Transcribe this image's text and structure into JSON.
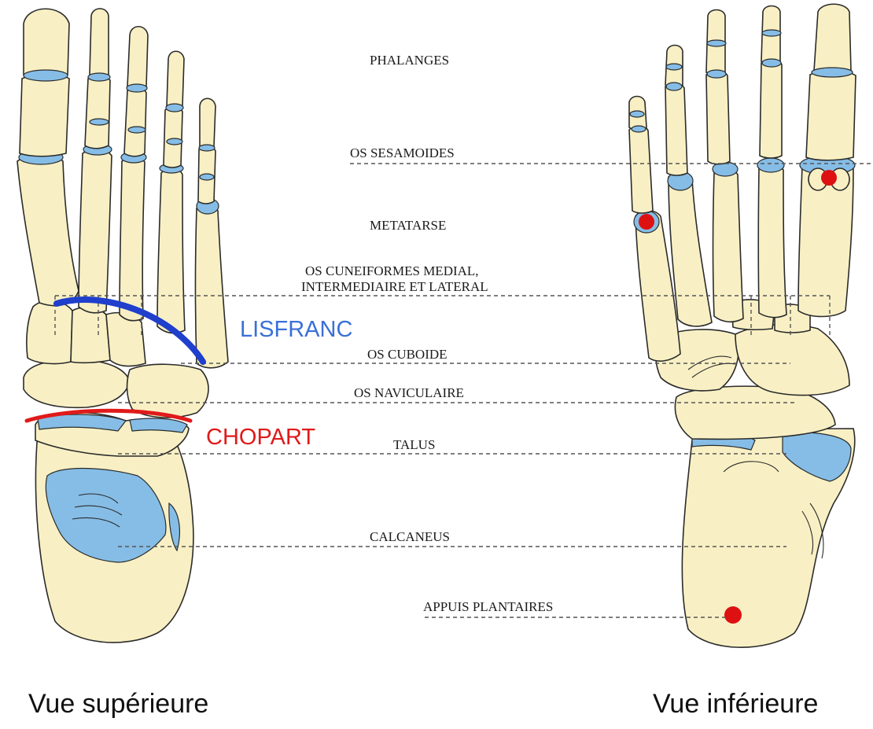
{
  "labels": {
    "phalanges": "PHALANGES",
    "sesamoides": "OS SESAMOIDES",
    "metatarse": "METATARSE",
    "cuneiformes_line1": "OS CUNEIFORMES MEDIAL,",
    "cuneiformes_line2": "INTERMEDIAIRE ET LATERAL",
    "cuboide": "OS CUBOIDE",
    "naviculaire": "OS NAVICULAIRE",
    "talus": "TALUS",
    "calcaneus": "CALCANEUS",
    "appuis": "APPUIS PLANTAIRES"
  },
  "joints": {
    "lisfranc": "LISFRANC",
    "chopart": "CHOPART"
  },
  "captions": {
    "superior": "Vue supérieure",
    "inferior": "Vue inférieure"
  },
  "colors": {
    "bone": "#f8f0c4",
    "cartilage": "#86bde6",
    "lisfranc": "#1f3fcc",
    "lisfranc_label": "#3a6fd8",
    "chopart": "#e01a1a",
    "support_point": "#dd1111"
  }
}
